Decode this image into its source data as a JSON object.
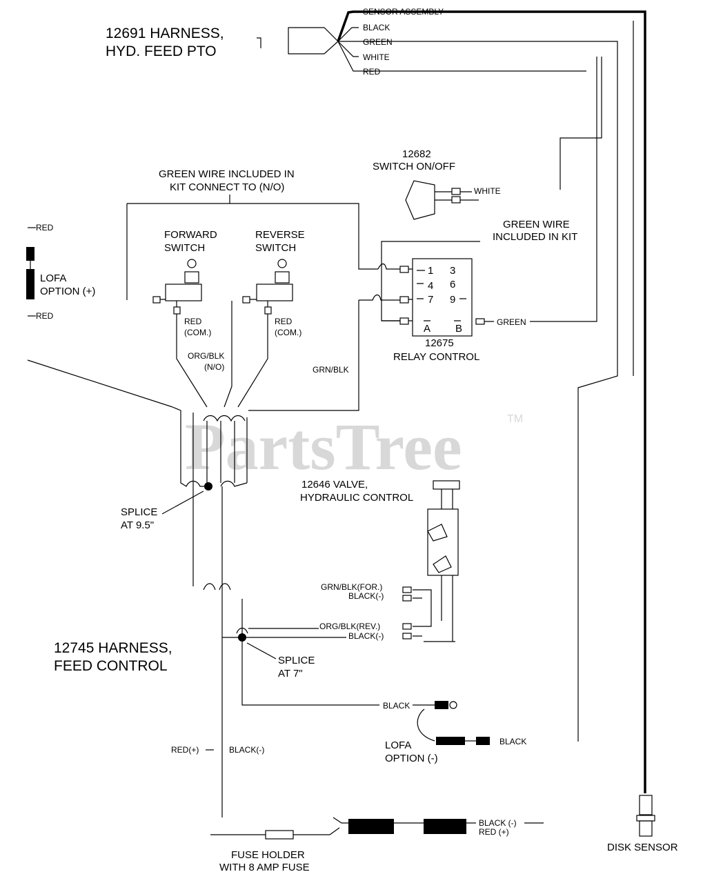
{
  "watermark": {
    "text": "PartsTree",
    "tm": "TM"
  },
  "titles": {
    "harness_pto_1": "12691 HARNESS,",
    "harness_pto_2": "HYD. FEED PTO",
    "harness_feed_1": "12745 HARNESS,",
    "harness_feed_2": "FEED CONTROL"
  },
  "top_wires": {
    "sensor_assembly": "SENSOR ASSEMBLY",
    "black": "BLACK",
    "green": "GREEN",
    "white": "WHITE",
    "red": "RED"
  },
  "switch_onoff": {
    "part": "12682",
    "name": "SWITCH ON/OFF",
    "wire": "WHITE"
  },
  "kit_note": {
    "line1": "GREEN WIRE INCLUDED IN",
    "line2": "KIT CONNECT TO (N/O)"
  },
  "kit_note2": {
    "line1": "GREEN WIRE",
    "line2": "INCLUDED IN KIT"
  },
  "lofa_plus": {
    "red_top": "RED",
    "label1": "LOFA",
    "label2": "OPTION (+)",
    "red_bottom": "RED"
  },
  "forward_switch": {
    "line1": "FORWARD",
    "line2": "SWITCH",
    "wire1": "RED",
    "wire2": "(COM.)"
  },
  "reverse_switch": {
    "line1": "REVERSE",
    "line2": "SWITCH",
    "wire1": "RED",
    "wire2": "(COM.)"
  },
  "org_blk_no": {
    "line1": "ORG/BLK",
    "line2": "(N/O)"
  },
  "grn_blk": "GRN/BLK",
  "relay": {
    "pins": [
      "1",
      "3",
      "4",
      "6",
      "7",
      "9",
      "A",
      "B"
    ],
    "green": "GREEN",
    "part": "12675",
    "name": "RELAY CONTROL"
  },
  "valve": {
    "line1": "12646  VALVE,",
    "line2": "HYDRAULIC CONTROL",
    "w1": "GRN/BLK(FOR.)",
    "w2": "BLACK(-)",
    "w3": "ORG/BLK(REV.)",
    "w4": "BLACK(-)"
  },
  "splice1": {
    "line1": "SPLICE",
    "line2": "AT 9.5\""
  },
  "splice2": {
    "line1": "SPLICE",
    "line2": "AT 7\""
  },
  "lofa_minus": {
    "black": "BLACK",
    "label1": "LOFA",
    "label2": "OPTION (-)",
    "black2": "BLACK"
  },
  "red_plus": "RED(+)",
  "black_minus": "BLACK(-)",
  "bottom_right": {
    "black": "BLACK (-)",
    "red": "RED (+)"
  },
  "fuse": {
    "line1": "FUSE HOLDER",
    "line2": "WITH 8 AMP FUSE"
  },
  "disk_sensor": "DISK SENSOR"
}
